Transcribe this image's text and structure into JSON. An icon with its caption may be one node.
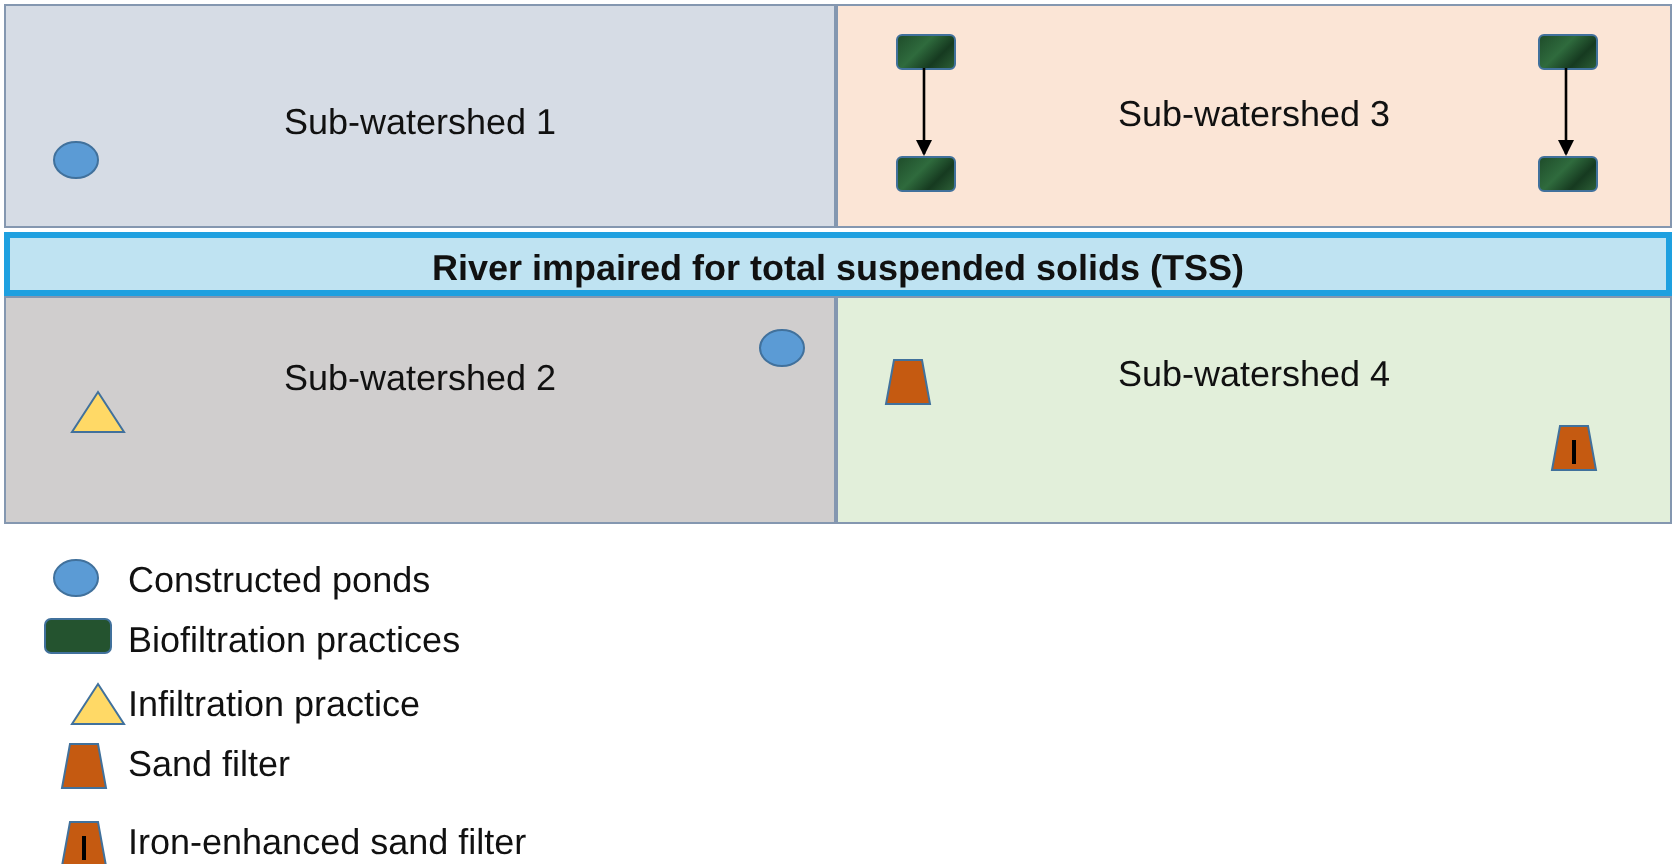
{
  "diagram": {
    "nodes": [
      {
        "text": [
          "Sub-watershed 1"
        ]
      },
      {
        "text": [
          "Sub-watershed 3"
        ]
      },
      {
        "text": [
          "River impaired for total suspended solids (TSS)"
        ]
      },
      {
        "text": [
          "Sub-watershed 2"
        ]
      },
      {
        "text": [
          "Sub-watershed 4"
        ]
      },
      {
        "text": [],
        "shape": "box",
        "in": 1
      },
      {
        "text": [],
        "shape": "box",
        "in": 1
      },
      {
        "text": [],
        "shape": "box",
        "in": 1
      },
      {
        "text": [],
        "shape": "box",
        "in": 1
      }
    ],
    "edges": [
      {
        "from": 5,
        "to": 7,
        "arrow": "to"
      },
      {
        "from": 6,
        "to": 8,
        "arrow": "to"
      }
    ],
    "legend": [
      {
        "text": "Constructed ponds"
      },
      {
        "text": "Biofiltration practices"
      },
      {
        "text": "Infiltration practice"
      },
      {
        "text": "Sand filter"
      },
      {
        "text": "Iron-enhanced sand filter"
      }
    ]
  }
}
